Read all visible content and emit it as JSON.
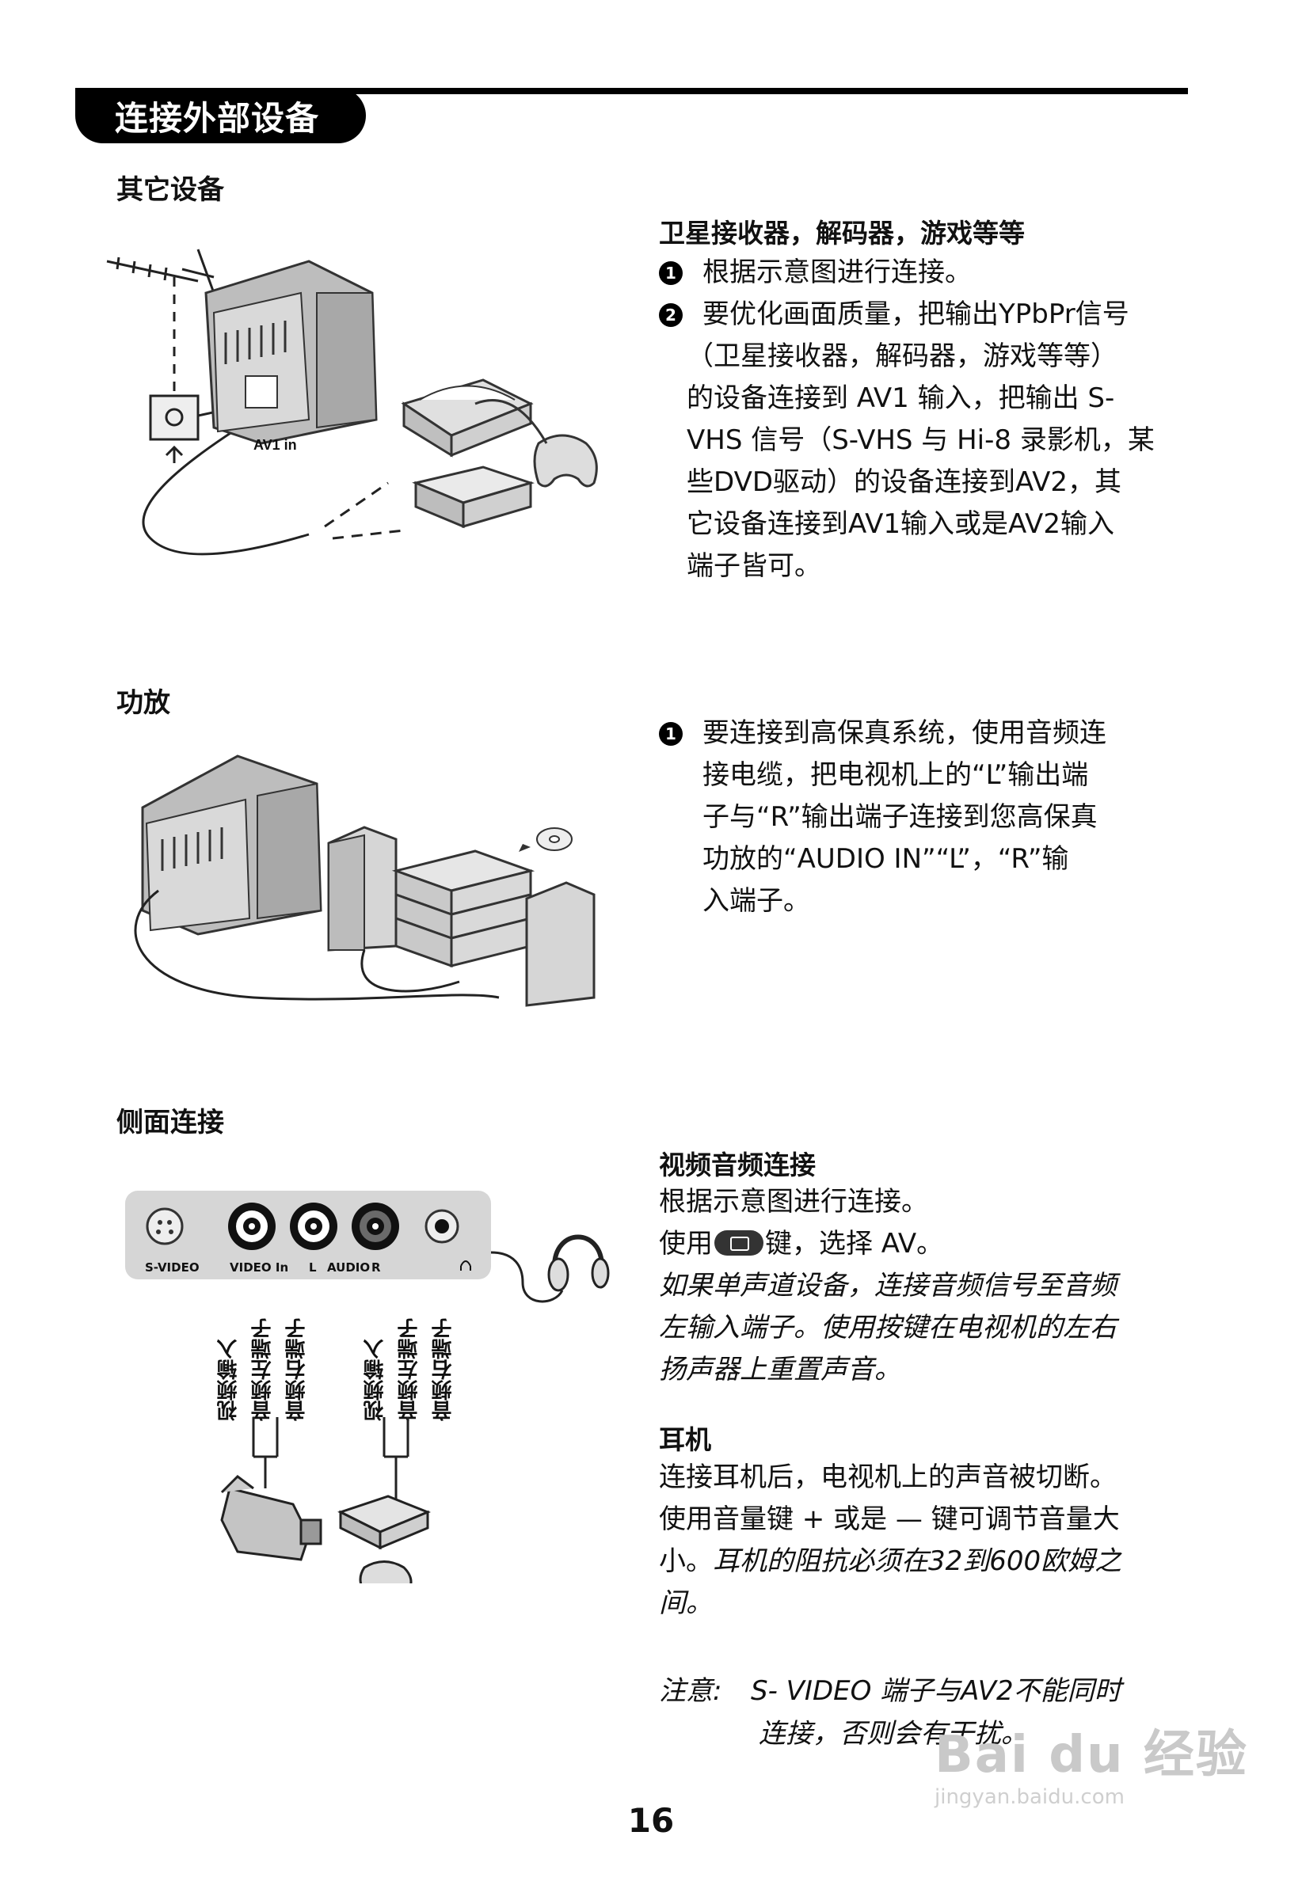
{
  "header": {
    "title": "连接外部设备"
  },
  "sections": {
    "other": {
      "heading": "其它设备",
      "subheading": "卫星接收器，解码器，游戏等等",
      "steps": [
        {
          "num": "1",
          "lines": [
            "根据示意图进行连接。"
          ]
        },
        {
          "num": "2",
          "lines": [
            "要优化画面质量，把输出YPbPr信号",
            "（卫星接收器，解码器，游戏等等）",
            "的设备连接到 AV1 输入，把输出 S-",
            "VHS 信号（S-VHS 与 Hi-8 录影机，某",
            "些DVD驱动）的设备连接到AV2，其",
            "它设备连接到AV1输入或是AV2输入",
            "端子皆可。"
          ]
        }
      ],
      "diagram_label": "AV1 in"
    },
    "amp": {
      "heading": "功放",
      "steps": [
        {
          "num": "1",
          "lines": [
            "要连接到高保真系统，使用音频连",
            "接电缆，把电视机上的“L”输出端",
            "子与“R”输出端子连接到您高保真",
            "功放的“AUDIO IN”“L”，“R”输",
            "入端子。"
          ]
        }
      ]
    },
    "side": {
      "heading": "侧面连接",
      "av": {
        "subheading": "视频音频连接",
        "line1": "根据示意图进行连接。",
        "line2_pre": "使用",
        "line2_post": "键，选择 AV。",
        "italic_lines": [
          "如果单声道设备，连接音频信号至音频",
          "左输入端子。使用按键在电视机的左右",
          "扬声器上重置声音。"
        ]
      },
      "headphones": {
        "subheading": "耳机",
        "lines": [
          "连接耳机后，电视机上的声音被切断。",
          "使用音量键 + 或是 — 键可调节音量大"
        ],
        "mixed_plain": "小。",
        "mixed_italic": "耳机的阻抗必须在32到600欧姆之",
        "last_line": "间。"
      },
      "note": {
        "label": "注意:",
        "line1": "S- VIDEO 端子与AV2不能同时",
        "line2": "连接，否则会有干扰。"
      },
      "panel_labels": {
        "svideo": "S-VIDEO",
        "video_in": "VIDEO In",
        "l": "L",
        "audio": "AUDIO",
        "r": "R"
      },
      "vertical_labels_left": [
        "视频输入",
        "音频左端子",
        "音频右端子"
      ],
      "vertical_labels_right": [
        "视频输入",
        "音频左端子",
        "音频右端子"
      ]
    }
  },
  "page_number": "16",
  "watermark": {
    "brand": "Bai du 经验",
    "url": "jingyan.baidu.com"
  }
}
